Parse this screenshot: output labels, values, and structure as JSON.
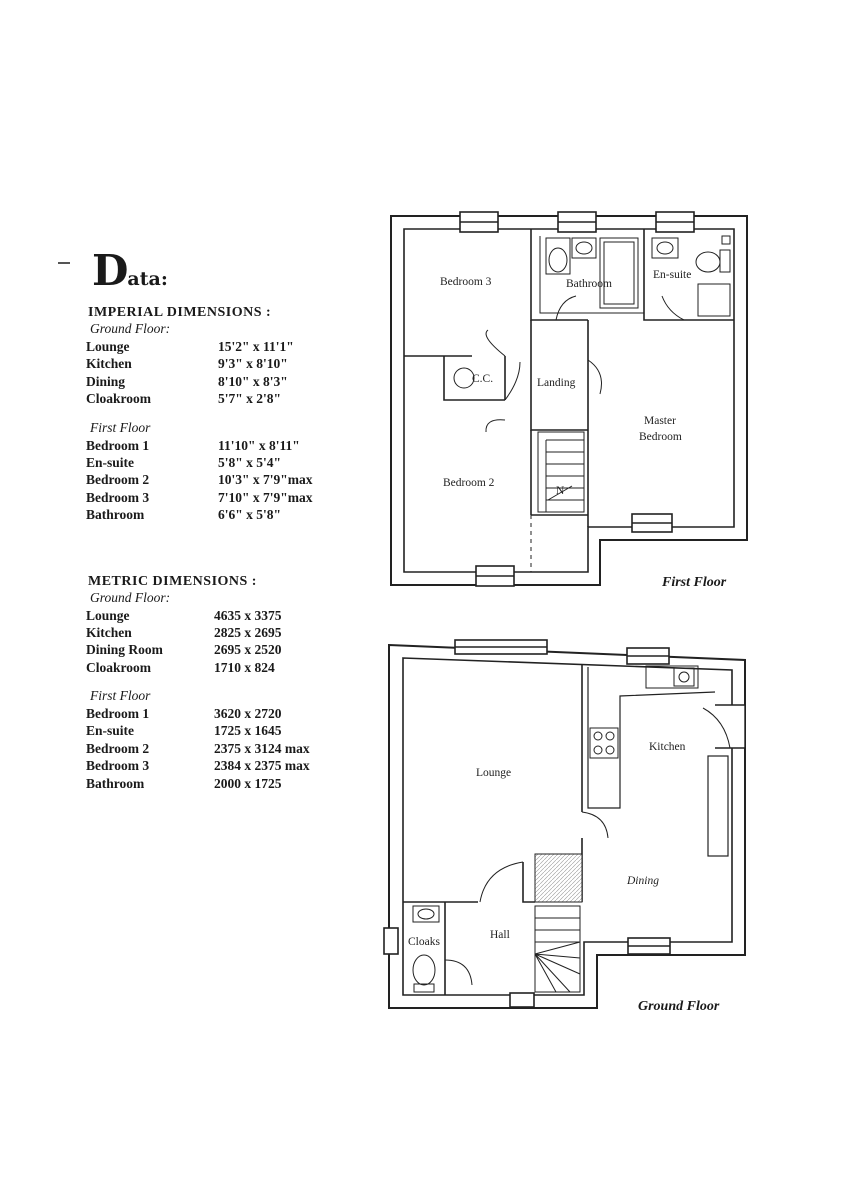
{
  "data_heading": {
    "initial": "D",
    "rest": "ata:"
  },
  "imperial": {
    "heading": "IMPERIAL DIMENSIONS :",
    "ground_label": "Ground Floor:",
    "ground": [
      {
        "room": "Lounge",
        "dim": "15'2\" x 11'1\""
      },
      {
        "room": "Kitchen",
        "dim": "9'3\" x 8'10\""
      },
      {
        "room": "Dining",
        "dim": "8'10\" x 8'3\""
      },
      {
        "room": "Cloakroom",
        "dim": "5'7\" x 2'8\""
      }
    ],
    "first_label": "First Floor",
    "first": [
      {
        "room": "Bedroom 1",
        "dim": "11'10\" x 8'11\""
      },
      {
        "room": "En-suite",
        "dim": "5'8\" x 5'4\""
      },
      {
        "room": "Bedroom 2",
        "dim": "10'3\" x 7'9\"max"
      },
      {
        "room": "Bedroom 3",
        "dim": "7'10\" x 7'9\"max"
      },
      {
        "room": "Bathroom",
        "dim": "6'6\" x 5'8\""
      }
    ]
  },
  "metric": {
    "heading": "METRIC DIMENSIONS :",
    "ground_label": "Ground Floor:",
    "ground": [
      {
        "room": "Lounge",
        "dim": "4635 x 3375"
      },
      {
        "room": "Kitchen",
        "dim": "2825 x 2695"
      },
      {
        "room": "Dining Room",
        "dim": "2695 x 2520"
      },
      {
        "room": "Cloakroom",
        "dim": "1710 x 824"
      }
    ],
    "first_label": "First Floor",
    "first": [
      {
        "room": "Bedroom 1",
        "dim": "3620 x 2720"
      },
      {
        "room": "En-suite",
        "dim": "1725 x 1645"
      },
      {
        "room": "Bedroom 2",
        "dim": "2375 x 3124 max"
      },
      {
        "room": "Bedroom 3",
        "dim": "2384 x 2375 max"
      },
      {
        "room": "Bathroom",
        "dim": "2000 x 1725"
      }
    ]
  },
  "first_floor_plan": {
    "title": "First Floor",
    "rooms": {
      "bedroom3": "Bedroom 3",
      "bathroom": "Bathroom",
      "ensuite": "En-suite",
      "cc": "C.C.",
      "landing": "Landing",
      "master_1": "Master",
      "master_2": "Bedroom",
      "bedroom2": "Bedroom 2",
      "stairs_dir": "N"
    }
  },
  "ground_floor_plan": {
    "title": "Ground Floor",
    "rooms": {
      "lounge": "Lounge",
      "kitchen": "Kitchen",
      "dining": "Dining",
      "hall": "Hall",
      "cloaks": "Cloaks"
    }
  }
}
